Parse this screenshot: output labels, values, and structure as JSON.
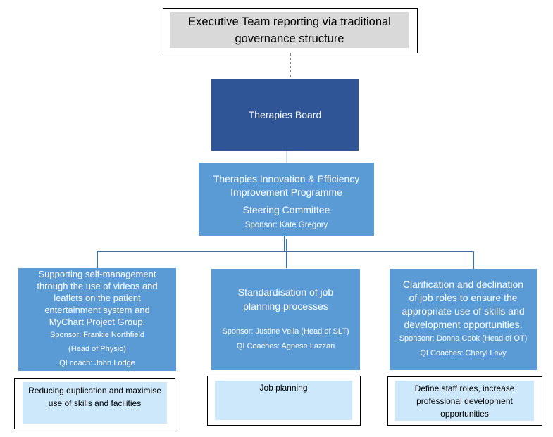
{
  "executive": {
    "line1": "Executive Team reporting via traditional",
    "line2": "governance structure"
  },
  "board": {
    "label": "Therapies Board"
  },
  "steering": {
    "line1": "Therapies Innovation & Efficiency",
    "line2": "Improvement Programme",
    "line3": "Steering Committee",
    "sponsor": "Sponsor: Kate Gregory"
  },
  "projects": [
    {
      "title_lines": [
        "Supporting self-management",
        "through the use of videos and",
        "leaflets on the patient",
        "entertainment system and",
        "MyChart Project Group."
      ],
      "meta_lines": [
        "Sponsor: Frankie Northfield",
        "(Head of Physio)",
        "QI coach: John Lodge"
      ]
    },
    {
      "title_lines": [
        "Standardisation of job",
        "planning processes"
      ],
      "meta_lines": [
        "Sponsor: Justine Vella (Head of SLT)",
        "QI Coaches:  Agnese Lazzari"
      ]
    },
    {
      "title_lines": [
        "Clarification and declination",
        "of job roles to ensure the",
        "appropriate use of skills and",
        "development opportunities."
      ],
      "meta_lines": [
        "Sponsonr: Donna Cook (Head of OT)",
        "QI Coaches: Cheryl Levy"
      ]
    }
  ],
  "outcomes": [
    {
      "lines": [
        "Reducing duplication and maximise",
        "use of skills and facilities"
      ]
    },
    {
      "lines": [
        "Job planning"
      ]
    },
    {
      "lines": [
        "Define staff roles, increase",
        "professional development",
        "opportunities"
      ]
    }
  ],
  "colors": {
    "board": "#2f5597",
    "committee": "#5b9bd5",
    "outcome_fill": "#cce8fa",
    "executive_fill": "#d9d9d9",
    "connector": "#41719c"
  }
}
